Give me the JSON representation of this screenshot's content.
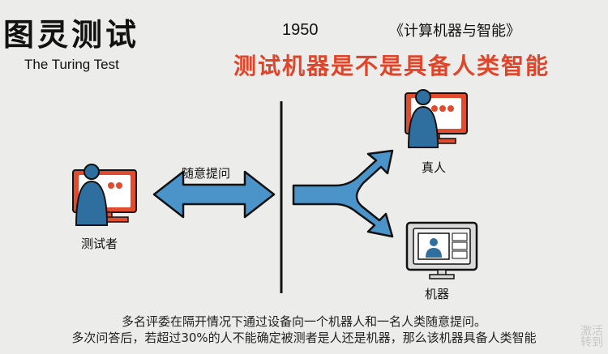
{
  "header": {
    "title_cn": "图灵测试",
    "title_en": "The Turing Test",
    "year": "1950",
    "book": "《计算机器与智能》",
    "question": "测试机器是不是具备人类智能"
  },
  "diagram": {
    "tester_label": "测试者",
    "arrow_label": "随意提问",
    "human_label": "真人",
    "machine_label": "机器"
  },
  "caption": {
    "line1": "多名评委在隔开情况下通过设备向一个机器人和一名人类随意提问。",
    "line2": "多次问答后，若超过30%的人不能确定被测者是人还是机器，那么该机器具备人类智能"
  },
  "watermark": {
    "line1": "激活",
    "line2": "转到"
  },
  "colors": {
    "accent_red": "#e0452a",
    "arrow_blue": "#4a94c9",
    "person_blue": "#2f6fa0",
    "monitor_red": "#e14b2e"
  }
}
